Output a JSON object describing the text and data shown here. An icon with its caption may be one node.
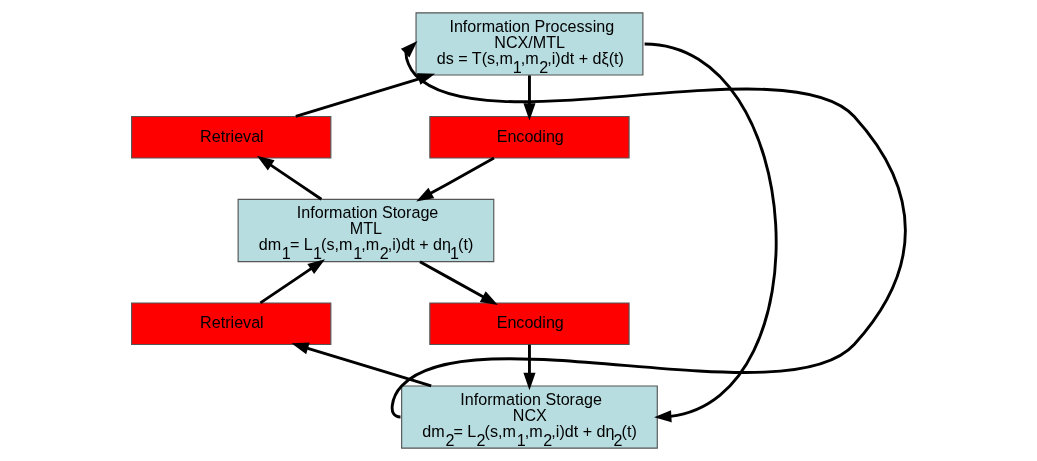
{
  "diagram": {
    "nodes": [
      {
        "text": [
          "Information Processing",
          "NCX/MTL",
          "ds = T(s,m$_{1}$,m$_{2}$,i)dt + dξ(t)"
        ]
      },
      {
        "text": [
          "Retrieval"
        ]
      },
      {
        "text": [
          "Encoding"
        ]
      },
      {
        "text": [
          "Information Storage",
          "MTL",
          "dm$_{1}$= L$_{1}$(s,m$_{1}$,m$_{2}$,i)dt + dη$_{1}$(t)"
        ]
      },
      {
        "text": [
          "Retrieval"
        ]
      },
      {
        "text": [
          "Encoding"
        ]
      },
      {
        "text": [
          "Information Storage",
          "NCX",
          "dm$_{2}$= L$_{2}$(s,m$_{1}$,m$_{2}$,i)dt + dη$_{2}$(t)"
        ]
      }
    ],
    "edges": [
      {
        "from": 1,
        "to": 0,
        "arrow": "to"
      },
      {
        "from": 0,
        "to": 2,
        "arrow": "to"
      },
      {
        "from": 2,
        "to": 3,
        "arrow": "to"
      },
      {
        "from": 3,
        "to": 1,
        "arrow": "to"
      },
      {
        "from": 4,
        "to": 3,
        "arrow": "to"
      },
      {
        "from": 3,
        "to": 5,
        "arrow": "to"
      },
      {
        "from": 5,
        "to": 6,
        "arrow": "to"
      },
      {
        "from": 6,
        "to": 4,
        "arrow": "to"
      },
      {
        "from": 6,
        "to": 0,
        "arrow": "to"
      },
      {
        "from": 0,
        "to": 6,
        "arrow": "to"
      }
    ]
  }
}
